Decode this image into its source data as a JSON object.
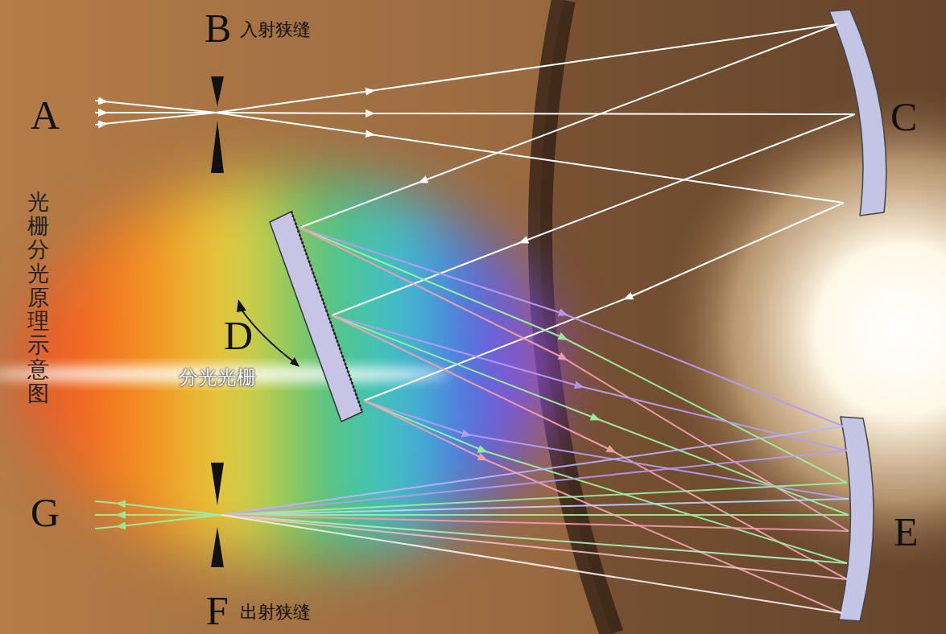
{
  "diagram": {
    "title": "光栅分光原理示意图",
    "labels": [
      "B",
      "入射狭缝",
      "A",
      "C",
      "D",
      "分光光栅",
      "G",
      "F",
      "出射狭缝",
      "E"
    ]
  }
}
